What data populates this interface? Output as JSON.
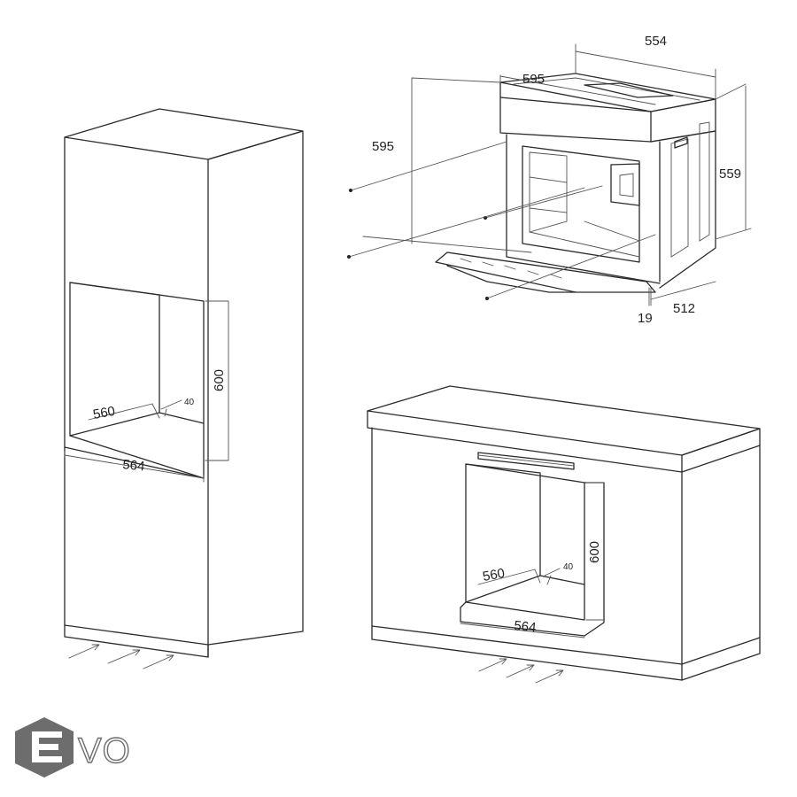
{
  "figure": {
    "colors": {
      "line": "#2b2b2b",
      "logo": "#6d6d6d",
      "background": "#ffffff"
    },
    "oven": {
      "dimensions": {
        "width_top": "554",
        "width_front": "595",
        "height_front": "595",
        "height_side": "559",
        "depth": "512",
        "door_offset": "19"
      }
    },
    "tall_cabinet": {
      "dimensions": {
        "niche_height": "600",
        "niche_depth": "560",
        "vent": "40",
        "niche_width": "564"
      }
    },
    "base_cabinet": {
      "dimensions": {
        "niche_height": "600",
        "niche_depth": "560",
        "vent": "40",
        "niche_width": "564"
      }
    },
    "logo": {
      "text": "VO",
      "icon": "hexagon-e-icon"
    }
  }
}
